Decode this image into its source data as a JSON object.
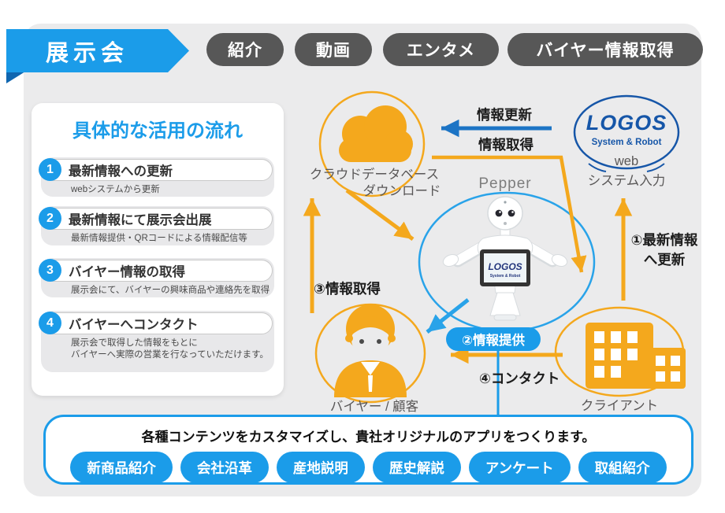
{
  "header": {
    "ribbon": "展示会",
    "tabs": [
      "紹介",
      "動画",
      "エンタメ",
      "バイヤー情報取得"
    ]
  },
  "flow_panel": {
    "title": "具体的な活用の流れ",
    "steps": [
      {
        "num": "1",
        "title": "最新情報への更新",
        "desc": "webシステムから更新"
      },
      {
        "num": "2",
        "title": "最新情報にて展示会出展",
        "desc": "最新情報提供・QRコードによる情報配信等"
      },
      {
        "num": "3",
        "title": "バイヤー情報の取得",
        "desc": "展示会にて、バイヤーの興味商品や連絡先を取得"
      },
      {
        "num": "4",
        "title": "バイヤーへコンタクト",
        "desc": "展示会で取得した情報をもとに\nバイヤーへ実際の営業を行なっていただけます。"
      }
    ]
  },
  "diagram": {
    "cloud_label": "クラウドデータベース",
    "download_label": "ダウンロード",
    "pepper_label": "Pepper",
    "logo_name": "LOGOS",
    "logo_sub": "System & Robot",
    "tablet_logo": "LOGOS",
    "tablet_logo_sub": "System & Robot",
    "web_label": "web",
    "web_label2": "システム入力",
    "arrow_update": "情報更新",
    "arrow_fetch": "情報取得",
    "step1_label": "①最新情報\nへ更新",
    "step2_label": "②情報提供",
    "step3_label": "③情報取得",
    "step4_label": "④コンタクト",
    "buyer_label": "バイヤー / 顧客",
    "client_label": "クライアント"
  },
  "footer": {
    "message": "各種コンテンツをカスタマイズし、貴社オリジナルのアプリをつくります。",
    "tags": [
      "新商品紹介",
      "会社沿革",
      "産地説明",
      "歴史解説",
      "アンケート",
      "取組紹介"
    ]
  },
  "colors": {
    "accent_blue": "#1b9ce9",
    "orange": "#f4a81d",
    "dark_gray": "#575757",
    "logo_navy": "#1656a8",
    "arrow_blue": "#1c74c5",
    "light_blue": "#29a3e9"
  }
}
